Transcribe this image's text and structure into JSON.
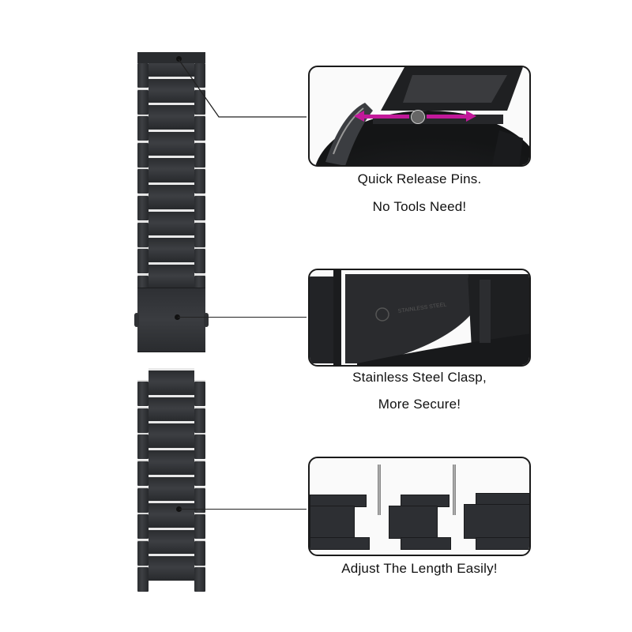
{
  "product": {
    "type": "stainless steel watch band",
    "color": "#2e3034"
  },
  "features": [
    {
      "id": "quick-release",
      "caption_line1": "Quick Release Pins.",
      "caption_line2": "No Tools Need!",
      "arrow_color": "#c2199a"
    },
    {
      "id": "clasp",
      "caption_line1": "Stainless Steel Clasp,",
      "caption_line2": "More Secure!"
    },
    {
      "id": "adjust-length",
      "caption_line1": "Adjust The Length Easily!"
    }
  ]
}
